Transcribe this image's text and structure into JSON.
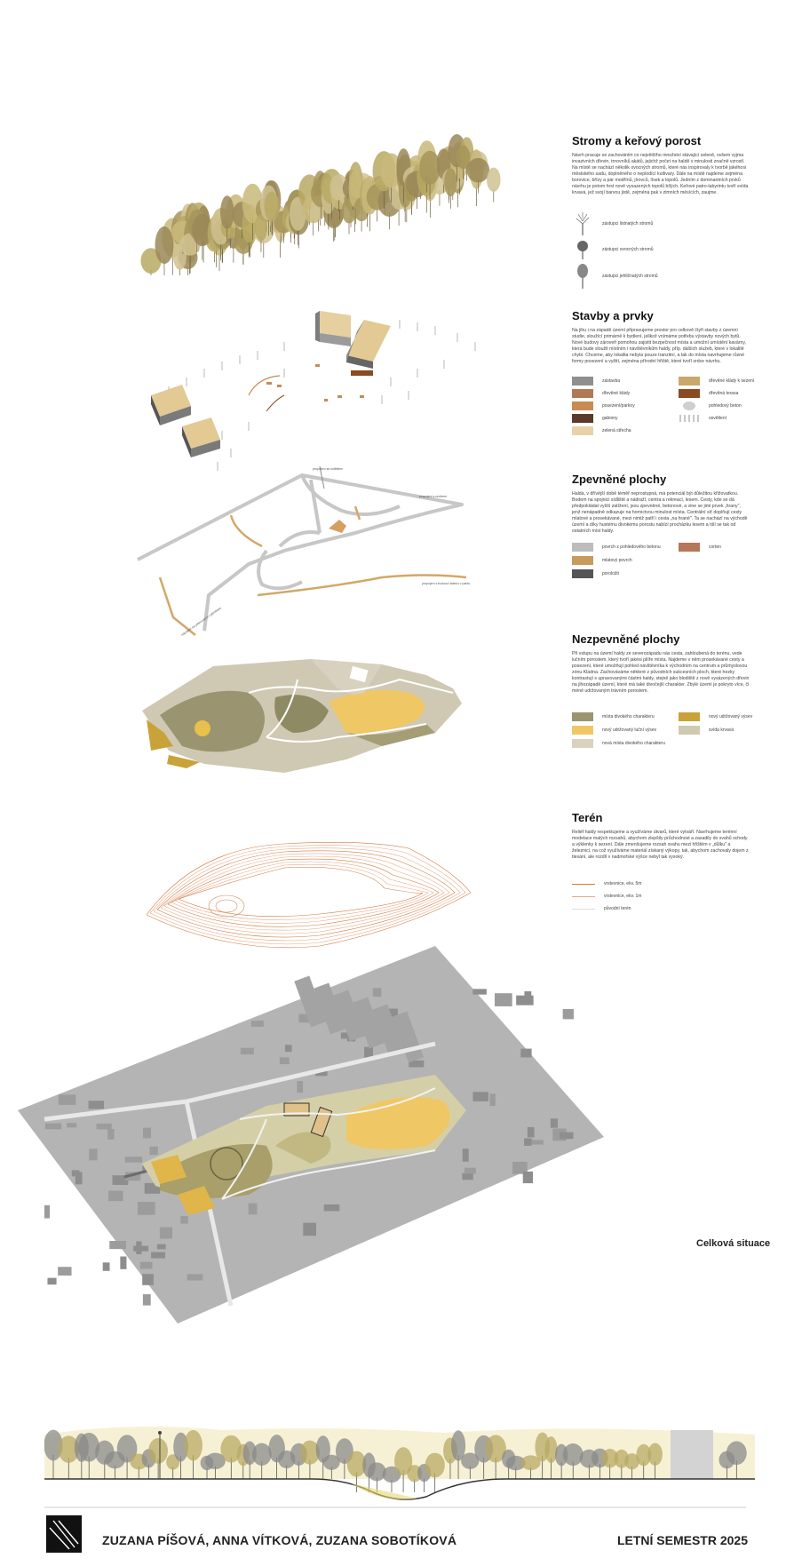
{
  "sections": {
    "trees": {
      "title": "Stromy a keřový porost",
      "body": "Návrh pracuje se zachováním co největšího množství stávající zeleně, ovšem vyjma invazivních dřevin, trnovníků akátů, jejichž počet na haldě v minulosti značně vzrostl. Na místě se nachází několik ovocných stromů, které nás inspirovaly k tvorbě jakéhosi městského sadu, doplněného o neplodící kultivary. Dále na místě najdeme zejména borovice, břízy a pár modřínů, jírovců, lísek a topolů. Jedním z dominantních prvků návrhu je potom hrst nově vysazených topolů bílých. Keřové patro-labyrintu tvoří svída krvavá, jež svojí barvou jistě, zejména pak v zimních měsících, zaujme.",
      "legend": [
        {
          "label": "zástupci listnatých stromů",
          "icon": "deciduous-tree-icon"
        },
        {
          "label": "zástupci ovocných stromů",
          "icon": "fruit-tree-icon"
        },
        {
          "label": "zástupci jehličnatých stromů",
          "icon": "conifer-tree-icon"
        }
      ]
    },
    "buildings": {
      "title": "Stavby a prvky",
      "body": "Na jihu i na západě území připravujeme prostor pro celkově čtyři stavby z územní studie, sloužící primárně k bydlení, jelikož vnímáme potřebu výstavby nových bytů. Nové budovy zároveň pomohou zajistit bezpečnost místa a umožní umístění kavárny, která bude sloužit místním i návštěvníkům haldy, příp. dalších služeb, které v lokalitě chybí. Chceme, aby lokalita nebyla pouze tranzitní, a tak do místa navrhujeme různé formy posezení a vyžití, zejména přírodní hřiště, které tvoří srdce návrhu.",
      "legend": [
        {
          "label": "zástavba",
          "color": "#8f8f8f"
        },
        {
          "label": "dřevěné klády",
          "color": "#b07a55"
        },
        {
          "label": "posezení/parkoy",
          "color": "#c98b52"
        },
        {
          "label": "gabiony",
          "color": "#5a3a2a"
        },
        {
          "label": "zelená střecha",
          "color": "#e8d3a8"
        },
        {
          "label": "dřevěné klády k sezení",
          "color": "#c9a86a"
        },
        {
          "label": "dřevěná terasa",
          "color": "#8a4a22"
        },
        {
          "label": "pohledový beton",
          "color": "#cfcfcf"
        },
        {
          "label": "osvětlení",
          "color": "#777777"
        }
      ]
    },
    "paved": {
      "title": "Zpevněné plochy",
      "body": "Halda, v dřívější době téměř neprostupná, má potenciál být důležitou křižovatkou. Bodem na spojnici sídliště a nádraží, centra a rekreací, lesem. Cesty, kde se dá předpokládat vyšší zatížení, jsou zpevněné, betonové, a vine se jimi prvek „hrany\", jenž nenápadně odkazuje na hornictvou minulost místa. Centrální síť doplňují cesty mlatové a prosekávané, mezi nimiž patří i cesta „na hraně\". Ta se nachází na východě území a díky hustému divokému porostu nabízí procházku lesem a tiší se tak od ostatních míst haldy.",
      "legend": [
        {
          "label": "povrch z pohledového betonu",
          "color": "#bdbdbd"
        },
        {
          "label": "mlatový povrch",
          "color": "#c79a5e"
        },
        {
          "label": "poroložit",
          "color": "#555555"
        },
        {
          "label": "corten",
          "color": "#b5765a"
        }
      ],
      "annotations": [
        "propojení se sídlištěm",
        "propojení s centrem",
        "propojení s hudební školou",
        "propojení s budoucí stanicí v parku",
        "napojení na plánovanou cyklotrasu"
      ]
    },
    "unpaved": {
      "title": "Nezpevněné plochy",
      "body": "Při vstupu na území haldy ze severozápadu nás cesta, zahloubená do terénu, vede lučním porostem, který tvoří jakési pilíře místa. Najdeme v něm prosekávané cesty a posezení, které umožňují pohled návštěvníka k východním na centrum a průmyslovou zónu Kladna. Zachováváme některé z původních sukcesních ploch, které hezky kontrastují s upravovanými částmi haldy, stejně jako blodiště z nově vysázených dřevin na jihozápadě území, které má také divočejší charakter. Zbylé území je pokryto více, či méně udržovaným trávním porostem.",
      "legend": [
        {
          "label": "místa divokého charakteru",
          "color": "#9a9470"
        },
        {
          "label": "nový udržovaný luční výsev",
          "color": "#efc764"
        },
        {
          "label": "nová místa divokého charakteru",
          "color": "#d9d2c0"
        },
        {
          "label": "nový udržovaný výsev",
          "color": "#c9a33a"
        },
        {
          "label": "svída krvavá",
          "color": "#cfcab0"
        }
      ]
    },
    "terrain": {
      "title": "Terén",
      "body": "Reliéf haldy respektujeme a využíváme útvarů, které vytváří. Navrhujeme terénní modelace malých rozsahů, abychom zlepšily průchodnost a zasadily do svahů schody a výklenky k sezení. Dále zmenšujeme rozsah svahu mezi hřištěm v „důlku\" a železnicí, na což využíváme materiál získaný výkopy, tak, abychom zachovaly dojem z tlesání, ale rozdíl v nadmořské výšce nebyl tak vysoký.",
      "legend": [
        {
          "label": "vrstevnice, ekv. 5m",
          "color": "#d47a3c"
        },
        {
          "label": "vrstevnice, ekv. 1m",
          "color": "#e9a88a"
        },
        {
          "label": "původní terén",
          "color": "#eeeeee"
        }
      ]
    }
  },
  "overall_label": "Celková situace",
  "footer": {
    "authors": "ZUZANA PÍŠOVÁ, ANNA VÍTKOVÁ, ZUZANA SOBOTÍKOVÁ",
    "semester": "LETNÍ SEMESTR 2025"
  },
  "colors": {
    "accent_yellow": "#e8b63c",
    "tree_olive": "#b8a964",
    "path_gray": "#bcbcbc",
    "contour_orange": "#d8865a"
  }
}
